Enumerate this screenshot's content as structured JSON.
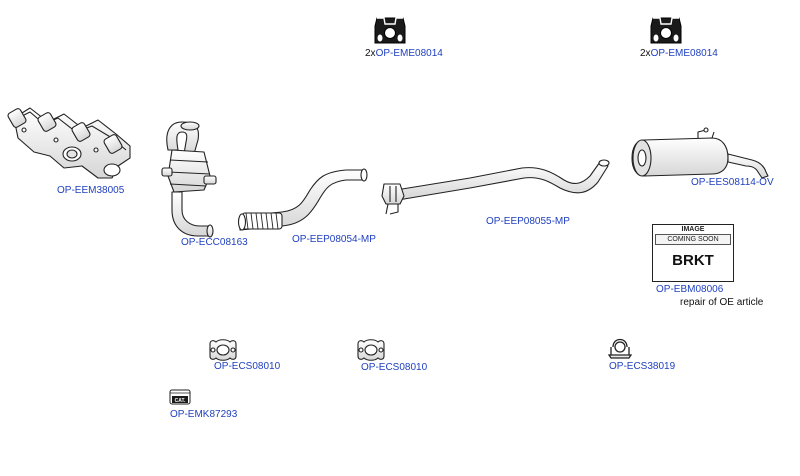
{
  "parts": [
    {
      "qty": "2x",
      "code": "OP-EME08014",
      "icon": "rubber-hanger-icon"
    },
    {
      "qty": "2x",
      "code": "OP-EME08014",
      "icon": "rubber-hanger-icon"
    },
    {
      "code": "OP-EEM38005",
      "icon": "exhaust-manifold-icon"
    },
    {
      "code": "OP-ECC08163",
      "icon": "catalytic-converter-icon"
    },
    {
      "code": "OP-EEP08054-MP",
      "icon": "flex-front-pipe-icon"
    },
    {
      "code": "OP-EEP08055-MP",
      "icon": "middle-pipe-icon"
    },
    {
      "code": "OP-EES08114-OV",
      "icon": "rear-silencer-icon"
    },
    {
      "code": "OP-EBM08006",
      "icon": "bracket-placeholder-icon",
      "note": "repair of OE article"
    },
    {
      "code": "OP-ECS08010",
      "icon": "pipe-clamp-icon"
    },
    {
      "code": "OP-ECS08010",
      "icon": "pipe-clamp-icon"
    },
    {
      "code": "OP-ECS38019",
      "icon": "u-bolt-clamp-icon"
    },
    {
      "code": "OP-EMK87293",
      "icon": "mounting-kit-icon"
    }
  ],
  "placeholder": {
    "line1": "IMAGE",
    "line2": "COMING SOON",
    "main": "BRKT"
  },
  "kit_badge": "CAT.",
  "colors": {
    "link": "#1f3fbf",
    "text": "#111111",
    "outline": "#222222",
    "fill": "#ffffff",
    "shade": "#d9d9d9"
  }
}
